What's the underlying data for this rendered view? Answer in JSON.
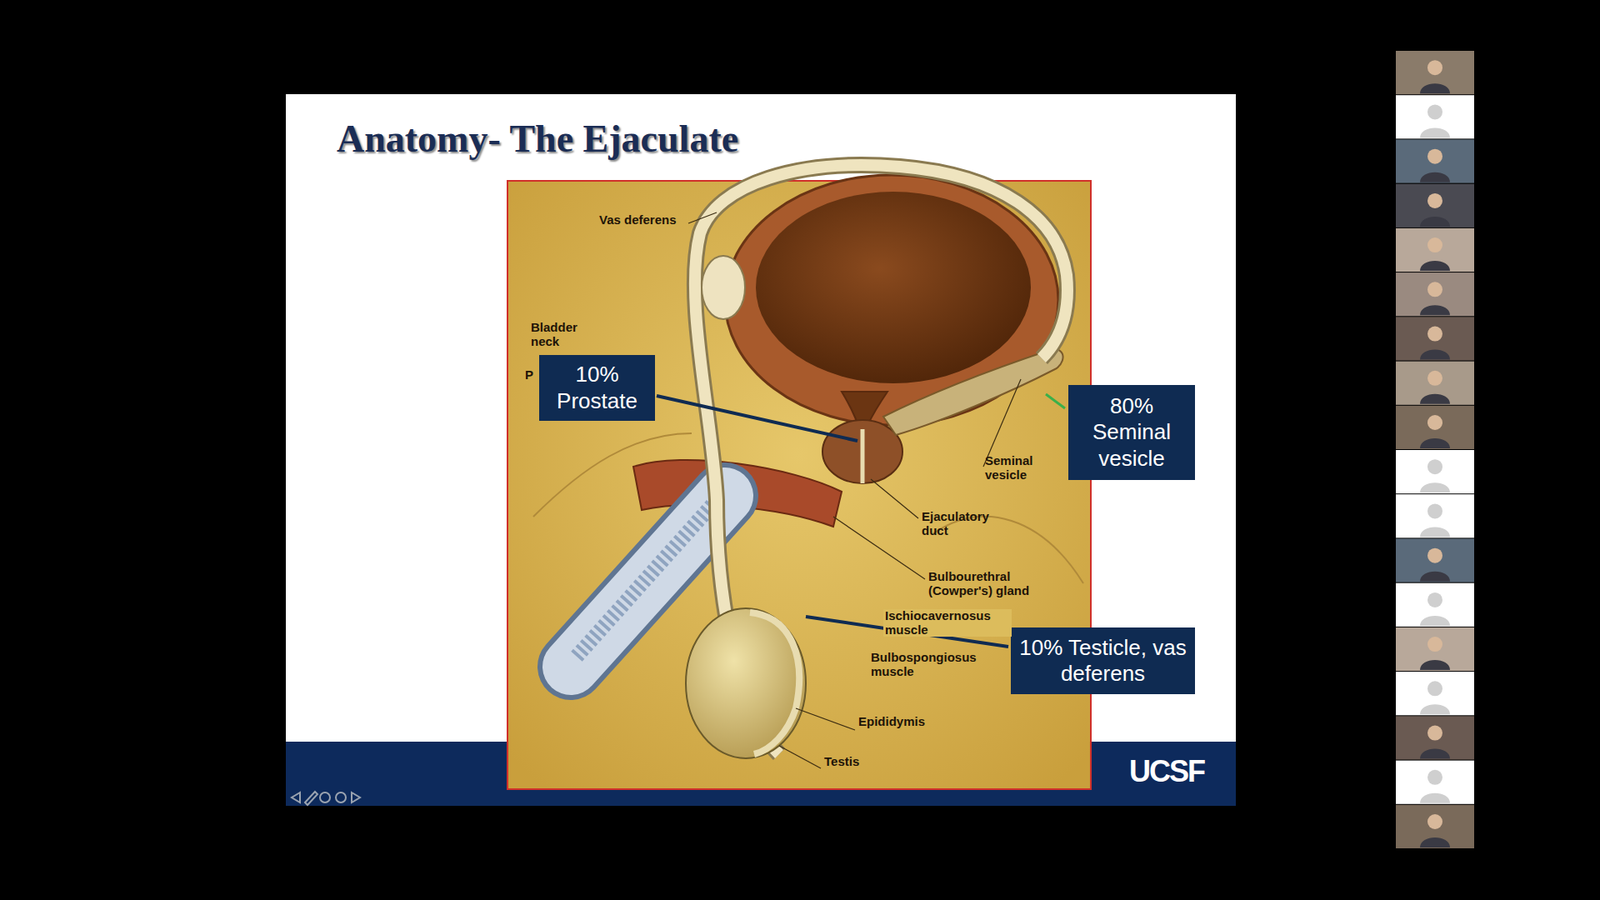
{
  "diagram": {
    "title": "Anatomy- The Ejaculate",
    "nodes": [
      {
        "text": [
          "10% Prostate"
        ]
      },
      {
        "text": [
          "80% Seminal vesicle"
        ]
      },
      {
        "text": [
          "10% Testicle, vas deferens"
        ]
      }
    ],
    "labels": [
      "Vas deferens",
      "Bladder neck",
      "P",
      "Seminal vesicle",
      "Ejaculatory duct",
      "Bulbourethral (Cowper's) gland",
      "Ischiocavernosus muscle",
      "Bulbospongiosus muscle",
      "Epididymis",
      "Testis",
      "UCSF"
    ]
  }
}
